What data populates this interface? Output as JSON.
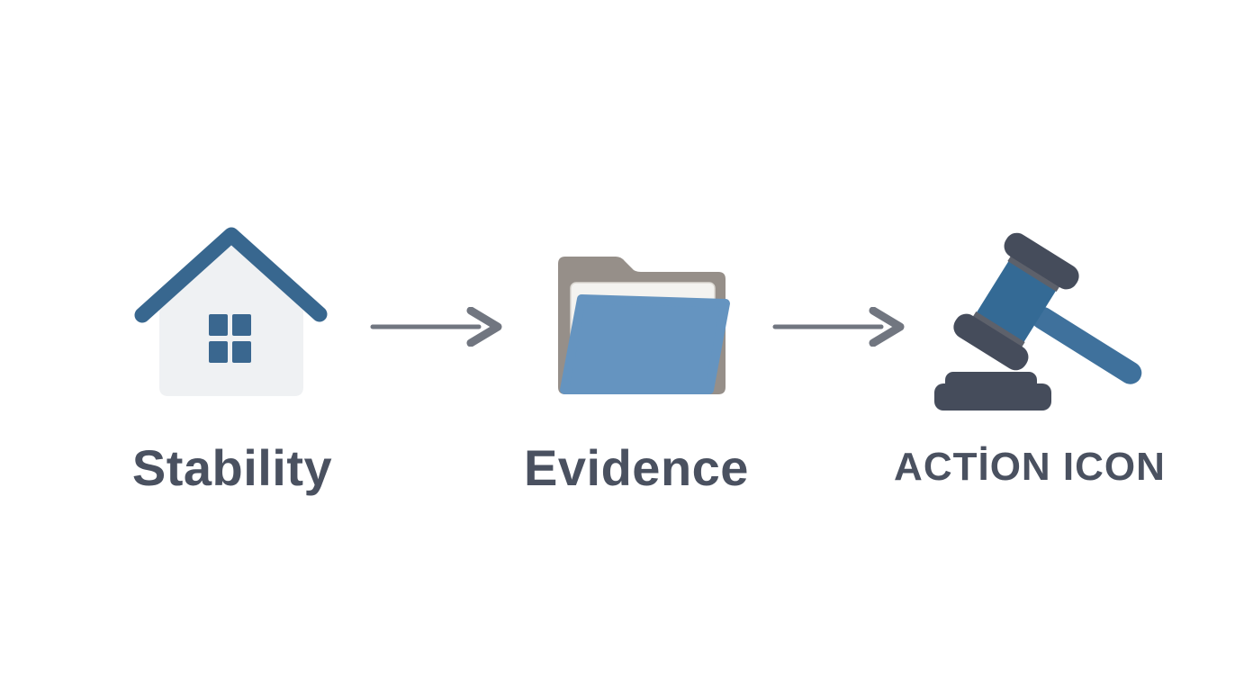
{
  "canvas": {
    "background": "#ffffff"
  },
  "diagram": {
    "title": "Stability to Evidence to Action flow",
    "steps": [
      {
        "id": "stability",
        "label": "Stability",
        "icon": "house-icon"
      },
      {
        "id": "evidence",
        "label": "Evidence",
        "icon": "folder-icon"
      },
      {
        "id": "action",
        "label": "ACTİON ICON",
        "icon": "gavel-icon"
      }
    ],
    "connectors": [
      {
        "from": "stability",
        "to": "evidence",
        "style": "arrow-right"
      },
      {
        "from": "evidence",
        "to": "action",
        "style": "arrow-right"
      }
    ],
    "colors": {
      "canvas_bg": "#ffffff",
      "label_text": "#4a5160",
      "arrow": "#717680",
      "house_roof": "#38678f",
      "house_body": "#eff1f3",
      "house_window": "#3a678f",
      "folder_back": "#968f89",
      "folder_paper": "#f4f3f0",
      "folder_front": "#6594c0",
      "gavel_dark": "#454c5b",
      "gavel_blue": "#346a95",
      "gavel_handle": "#3f719c",
      "gavel_band": "#5d616b"
    }
  }
}
